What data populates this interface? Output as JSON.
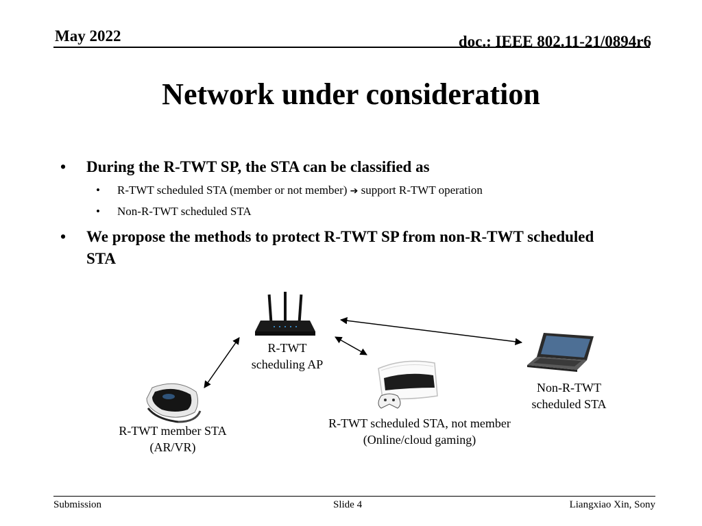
{
  "header": {
    "date": "May 2022",
    "doc_id": "doc.: IEEE 802.11-21/0894r6"
  },
  "title": "Network under consideration",
  "bullets": {
    "bullet_char": "•",
    "b1": "During the R-TWT SP, the STA can be classified as",
    "sub1_before": "R-TWT scheduled STA (member or not member)",
    "sub1_arrow": "➔",
    "sub1_after": "support R-TWT operation",
    "sub2": "Non-R-TWT scheduled STA",
    "b2": "We propose the methods to protect R-TWT SP from non-R-TWT scheduled STA"
  },
  "diagram": {
    "ap_label_1": "R-TWT",
    "ap_label_2": "scheduling  AP",
    "nonrtwt_label_1": "Non-R-TWT",
    "nonrtwt_label_2": "scheduled STA",
    "notmember_label_1": "R-TWT scheduled STA, not member",
    "notmember_label_2": "(Online/cloud gaming)",
    "member_label_1": "R-TWT member STA",
    "member_label_2": "(AR/VR)"
  },
  "footer": {
    "left": "Submission",
    "center": "Slide 4",
    "right": "Liangxiao Xin, Sony"
  },
  "colors": {
    "text": "#000000",
    "background": "#ffffff"
  },
  "icons": [
    "router-icon",
    "laptop-icon",
    "game-console-icon",
    "vr-headset-icon"
  ]
}
